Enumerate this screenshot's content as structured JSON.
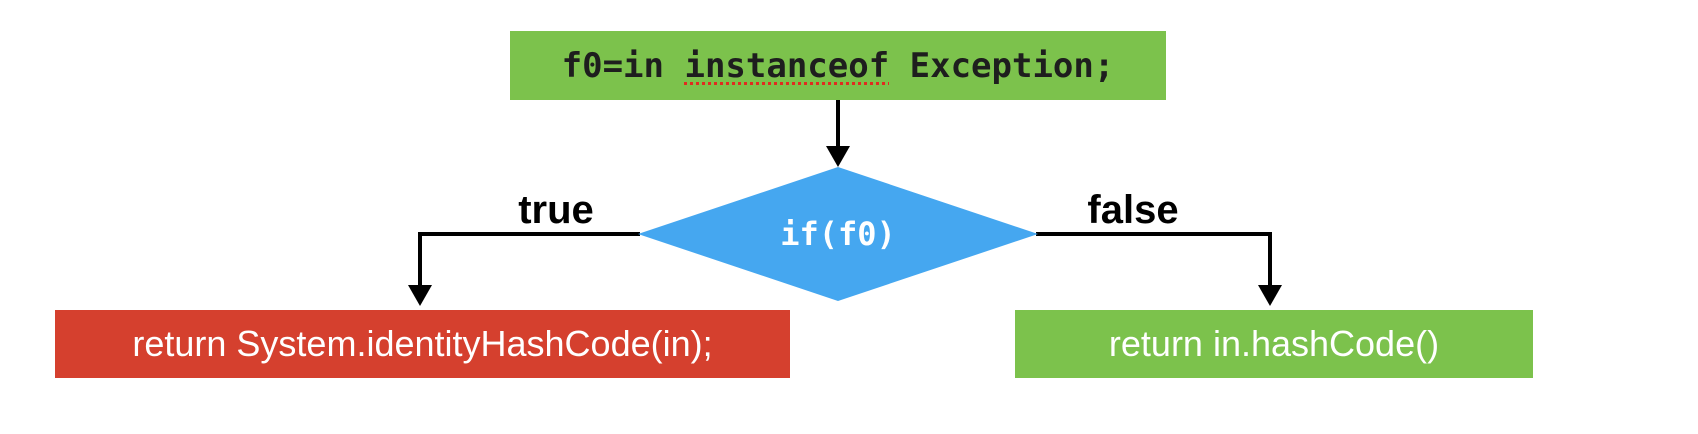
{
  "diagram": {
    "top_box": {
      "code_prefix": "f0=in ",
      "code_underlined": "instanceof",
      "code_suffix": " Exception;",
      "bg_color": "#7cc24c",
      "text_color": "#1e1e1e",
      "squiggle_color": "#e02b20"
    },
    "condition": {
      "label": "if(f0)",
      "bg_color": "#45a7f0",
      "text_color": "#ffffff"
    },
    "branches": {
      "true_label": "true",
      "false_label": "false"
    },
    "true_box": {
      "label": "return System.identityHashCode(in);",
      "bg_color": "#d5402e",
      "text_color": "#ffffff"
    },
    "false_box": {
      "label": "return in.hashCode()",
      "bg_color": "#7cc24c",
      "text_color": "#ffffff"
    },
    "connector_color": "#000000"
  }
}
